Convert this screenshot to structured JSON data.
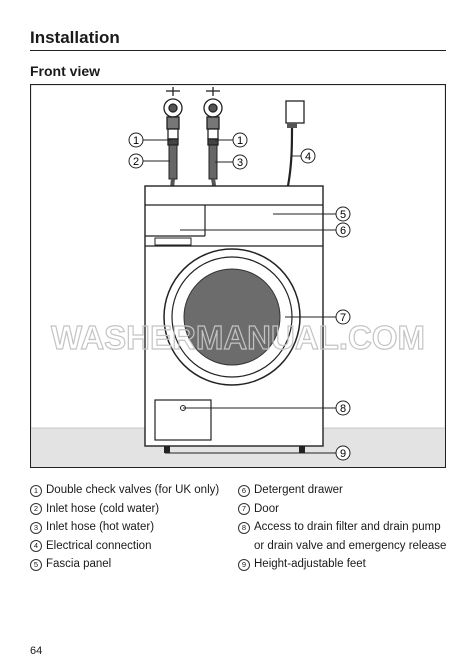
{
  "section_title": "Installation",
  "subheading": "Front view",
  "watermark": "WASHERMANUAL.COM",
  "callouts": [
    "1",
    "2",
    "3",
    "4",
    "5",
    "6",
    "7",
    "8",
    "9"
  ],
  "legend": [
    {
      "num": "1",
      "text": "Double check valves (for UK only)"
    },
    {
      "num": "2",
      "text": "Inlet hose (cold water)"
    },
    {
      "num": "3",
      "text": "Inlet hose (hot water)"
    },
    {
      "num": "4",
      "text": "Electrical connection"
    },
    {
      "num": "5",
      "text": "Fascia panel"
    },
    {
      "num": "6",
      "text": "Detergent drawer"
    },
    {
      "num": "7",
      "text": "Door"
    },
    {
      "num": "8",
      "text": "Access to drain filter and drain pump or drain valve and emergency release"
    },
    {
      "num": "9",
      "text": "Height-adjustable feet"
    }
  ],
  "page_number": "64"
}
